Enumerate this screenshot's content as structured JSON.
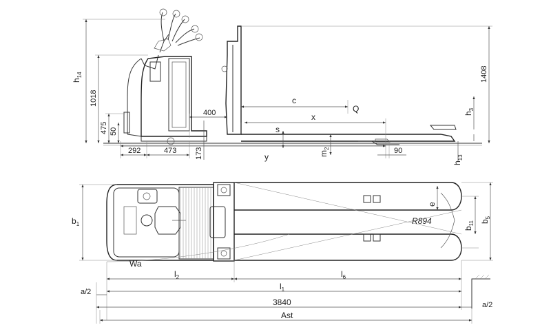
{
  "side_view": {
    "labels": {
      "h14_main": "h",
      "h14_sub": "14",
      "h1018": "1018",
      "h475": "475",
      "h50": "50",
      "w292": "292",
      "w473": "473",
      "w173": "173",
      "w400": "400",
      "c": "c",
      "Q": "Q",
      "x": "x",
      "s": "s",
      "y": "y",
      "m2_main": "m",
      "m2_sub": "2",
      "w90": "90",
      "h1408": "1408",
      "h3_main": "h",
      "h3_sub": "3",
      "h13_main": "h",
      "h13_sub": "13"
    }
  },
  "top_view": {
    "labels": {
      "b1_main": "b",
      "b1_sub": "1",
      "e": "e",
      "b11_main": "b",
      "b11_sub": "11",
      "b5_main": "b",
      "b5_sub": "5",
      "R894": "R894",
      "Wa": "Wa",
      "l2_main": "l",
      "l2_sub": "2",
      "l6_main": "l",
      "l6_sub": "6",
      "l1_main": "l",
      "l1_sub": "1",
      "a2_left": "a/2",
      "a2_right": "a/2",
      "w3840": "3840",
      "Ast": "Ast"
    }
  }
}
